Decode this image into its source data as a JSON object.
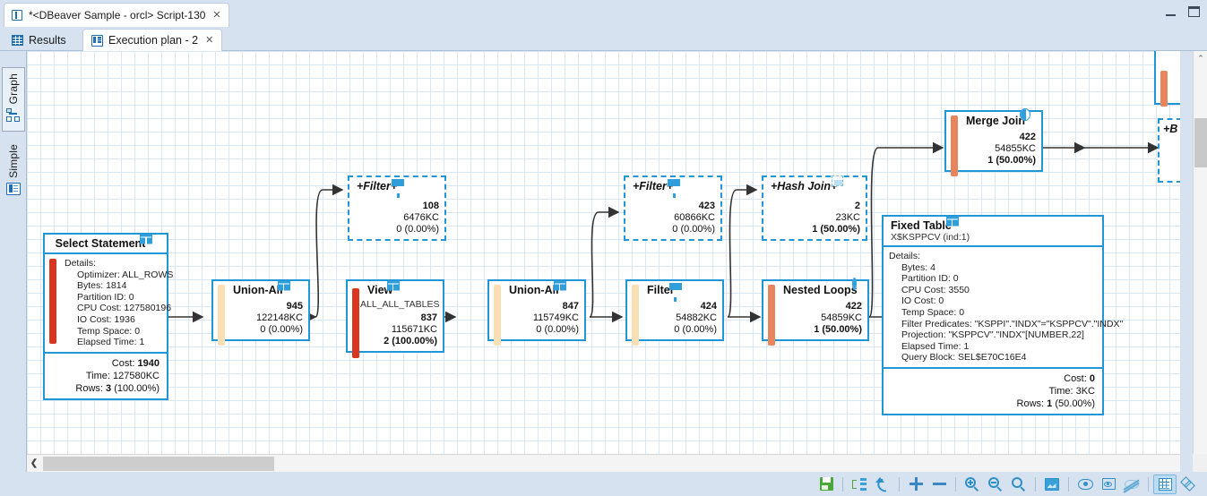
{
  "window": {
    "script_tab_title": "*<DBeaver Sample - orcl> Script-130",
    "close_glyph": "✕",
    "minimize_label": "minimize",
    "maximize_label": "maximize"
  },
  "tabs": [
    {
      "label": "Results",
      "icon": "grid-icon",
      "active": false
    },
    {
      "label": "Execution plan - 2",
      "icon": "plan-icon",
      "active": true,
      "close_glyph": "✕"
    }
  ],
  "left_toolbar": {
    "tabs": [
      {
        "label": "Graph",
        "icon": "graph-icon",
        "active": true
      },
      {
        "label": "Simple",
        "icon": "simple-icon",
        "active": false
      }
    ]
  },
  "plan": {
    "nodes": [
      {
        "id": "select-statement",
        "title": "Select Statement",
        "style": "solid",
        "title_centered": true,
        "head_icon": "table-icon",
        "bar_color": "#d9361f",
        "details_label": "Details:",
        "details": [
          "Optimizer: ALL_ROWS",
          "Bytes: 1814",
          "Partition ID: 0",
          "CPU Cost: 127580196",
          "IO Cost: 1936",
          "Temp Space: 0",
          "Elapsed Time: 1"
        ],
        "footer": [
          {
            "label": "Cost:",
            "value": "1940"
          },
          {
            "label": "Time:",
            "value": "127580KC"
          },
          {
            "label": "Rows:",
            "value": "3",
            "suffix": "(100.00%)"
          }
        ]
      },
      {
        "id": "union-all-1",
        "title": "Union-All",
        "style": "solid",
        "head_icon": "table-icon",
        "bar_color": "#fbdfb4",
        "stats": {
          "rows": "945",
          "time": "122148KC",
          "cost": "0 (0.00%)"
        }
      },
      {
        "id": "filter-plus-1",
        "title": "+Filter+",
        "style": "dashed",
        "head_icon": "funnel-icon",
        "stats": {
          "rows": "108",
          "time": "6476KC",
          "cost": "0 (0.00%)"
        }
      },
      {
        "id": "view",
        "title": "View",
        "style": "solid",
        "head_icon": "table-icon",
        "subtitle": "ALL_ALL_TABLES",
        "bar_color": "#d9361f",
        "stats": {
          "rows": "837",
          "time": "115671KC",
          "cost": "2 (100.00%)"
        }
      },
      {
        "id": "union-all-2",
        "title": "Union-All",
        "style": "solid",
        "head_icon": "table-icon",
        "bar_color": "#fbdfb4",
        "stats": {
          "rows": "847",
          "time": "115749KC",
          "cost": "0 (0.00%)"
        }
      },
      {
        "id": "filter-plus-2",
        "title": "+Filter+",
        "style": "dashed",
        "head_icon": "funnel-icon",
        "stats": {
          "rows": "423",
          "time": "60866KC",
          "cost": "0 (0.00%)"
        }
      },
      {
        "id": "filter",
        "title": "Filter",
        "style": "solid",
        "head_icon": "funnel-icon",
        "bar_color": "#fbdfb4",
        "stats": {
          "rows": "424",
          "time": "54882KC",
          "cost": "0 (0.00%)"
        }
      },
      {
        "id": "hash-join-plus",
        "title": "+Hash Join+",
        "style": "dashed",
        "head_icon": "dashbox-icon",
        "stats": {
          "rows": "2",
          "time": "23KC",
          "cost": "1 (50.00%)"
        }
      },
      {
        "id": "nested-loops",
        "title": "Nested Loops",
        "style": "solid",
        "head_icon": "half-circle-icon",
        "bar_color": "#e8855c",
        "stats": {
          "rows": "422",
          "time": "54859KC",
          "cost": "1 (50.00%)"
        }
      },
      {
        "id": "merge-join",
        "title": "Merge Join",
        "style": "solid",
        "head_icon": "half-circle-icon",
        "bar_color": "#e8855c",
        "stats": {
          "rows": "422",
          "time": "54855KC",
          "cost": "1 (50.00%)"
        }
      },
      {
        "id": "fixed-table",
        "title": "Fixed Table",
        "style": "solid",
        "head_icon": "table-icon",
        "subtitle": "X$KSPPCV (ind:1)",
        "details_label": "Details:",
        "details": [
          "Bytes: 4",
          "Partition ID: 0",
          "CPU Cost: 3550",
          "IO Cost: 0",
          "Temp Space: 0",
          "Filter Predicates: \"KSPPI\".\"INDX\"=\"KSPPCV\".\"INDX\"",
          "Projection: \"KSPPCV\".\"INDX\"[NUMBER,22]",
          "Elapsed Time: 1",
          "Query Block: SEL$E70C16E4"
        ],
        "footer": [
          {
            "label": "Cost:",
            "value": "0"
          },
          {
            "label": "Time:",
            "value": "3KC"
          },
          {
            "label": "Rows:",
            "value": "1",
            "suffix": "(50.00%)"
          }
        ]
      },
      {
        "id": "offscreen-right-top",
        "title": "",
        "style": "solid",
        "bar_color": "#e8855c"
      },
      {
        "id": "offscreen-right-node",
        "title": "+B",
        "style": "dashed"
      }
    ]
  },
  "bottom_toolbar": {
    "buttons": [
      {
        "name": "save-diagram-button",
        "icon": "save-icon"
      },
      {
        "name": "auto-layout-button",
        "icon": "layout-icon"
      },
      {
        "name": "refresh-button",
        "icon": "undo-arrow-icon"
      },
      {
        "name": "zoom-in-button",
        "icon": "plus-icon"
      },
      {
        "name": "zoom-out-button",
        "icon": "minus-icon"
      },
      {
        "name": "zoom-in-magnifier-button",
        "icon": "zoom-in-icon"
      },
      {
        "name": "zoom-out-magnifier-button",
        "icon": "zoom-out-icon"
      },
      {
        "name": "zoom-reset-button",
        "icon": "magnifier-icon"
      },
      {
        "name": "fit-to-window-button",
        "icon": "fit-image-icon"
      },
      {
        "name": "show-all-button",
        "icon": "eye-icon"
      },
      {
        "name": "focus-node-button",
        "icon": "eye-box-icon"
      },
      {
        "name": "hide-node-button",
        "icon": "eye-off-icon"
      },
      {
        "name": "toggle-grid-button",
        "icon": "grid-icon",
        "selected": true
      },
      {
        "name": "refresh-layout-button",
        "icon": "refresh-diamond-icon"
      }
    ]
  },
  "scrollbars": {
    "vertical_up_glyph": "⌃",
    "horizontal_left_glyph": "❮"
  },
  "colors": {
    "node_border": "#2196d6",
    "accent": "#1f6fb5",
    "chrome": "#d6e2f0",
    "grid_line": "#d9e7f3"
  }
}
